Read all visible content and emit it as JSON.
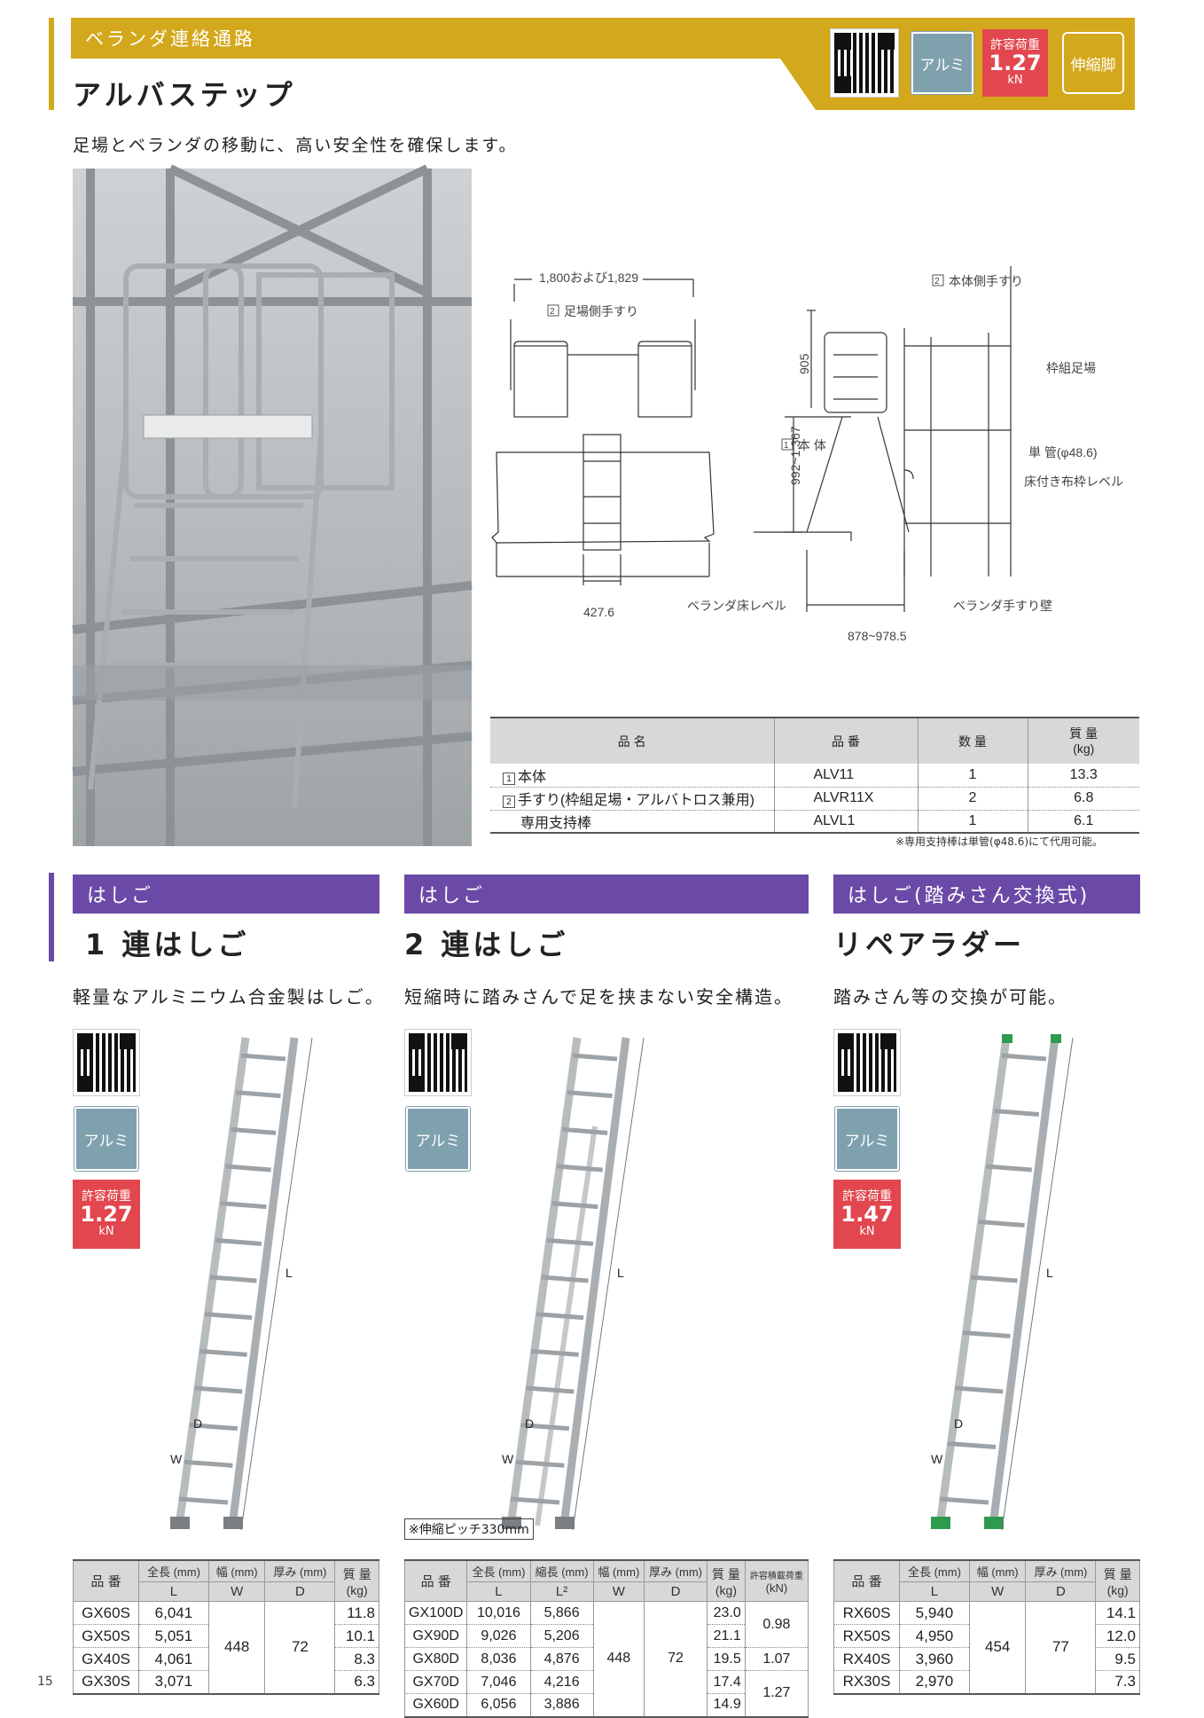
{
  "header": {
    "category": "ベランダ連絡通路",
    "title": "アルバステップ",
    "lead": "足場とベランダの移動に、高い安全性を確保します。",
    "badges": {
      "material": "アルミ",
      "load_label": "許容荷重",
      "load_value": "1.27",
      "load_unit": "kN",
      "feature": "伸縮脚"
    }
  },
  "diagram": {
    "dim_width": "1,800および1,829",
    "label_side_rail": "足場側手すり",
    "label_side_rail_no": "2",
    "label_body_rail": "本体側手すり",
    "label_body_rail_no": "2",
    "dim_905": "905",
    "label_frame": "枠組足場",
    "label_body": "本 体",
    "label_body_no": "1",
    "label_pipe": "単 管(φ48.6)",
    "dim_height": "992~1,367",
    "label_floor_level": "床付き布枠レベル",
    "dim_4276": "427.6",
    "label_veranda_floor": "ベランダ床レベル",
    "label_veranda_wall": "ベランダ手すり壁",
    "dim_range": "878~978.5"
  },
  "parts_table": {
    "headers": [
      "品 名",
      "品 番",
      "数 量",
      "質 量",
      "(kg)"
    ],
    "rows": [
      {
        "no": "1",
        "name": "本体",
        "code": "ALV11",
        "qty": "1",
        "mass": "13.3"
      },
      {
        "no": "2",
        "name": "手すり(枠組足場・アルバトロス兼用)",
        "code": "ALVR11X",
        "qty": "2",
        "mass": "6.8"
      },
      {
        "no": "",
        "name": "専用支持棒",
        "code": "ALVL1",
        "qty": "1",
        "mass": "6.1"
      }
    ],
    "note": "※専用支持棒は単管(φ48.6)にて代用可能。"
  },
  "products": [
    {
      "category": "はしご",
      "title": "1 連はしご",
      "lead": "軽量なアルミニウム合金製はしご。",
      "material": "アルミ",
      "load_label": "許容荷重",
      "load_value": "1.27",
      "load_unit": "kN",
      "labels": {
        "L": "L",
        "D": "D",
        "W": "W"
      },
      "table": {
        "h_code": "品 番",
        "h_len": "全長 (mm)",
        "h_wid": "幅 (mm)",
        "h_dep": "厚み (mm)",
        "h_mass": "質 量",
        "s_len": "L",
        "s_wid": "W",
        "s_dep": "D",
        "s_mass": "(kg)",
        "width": "448",
        "depth": "72",
        "rows": [
          {
            "code": "GX60S",
            "len": "6,041",
            "mass": "11.8"
          },
          {
            "code": "GX50S",
            "len": "5,051",
            "mass": "10.1"
          },
          {
            "code": "GX40S",
            "len": "4,061",
            "mass": "8.3"
          },
          {
            "code": "GX30S",
            "len": "3,071",
            "mass": "6.3"
          }
        ]
      }
    },
    {
      "category": "はしご",
      "title": "2 連はしご",
      "lead": "短縮時に踏みさんで足を挟まない安全構造。",
      "material": "アルミ",
      "labels": {
        "L": "L",
        "D": "D",
        "W": "W"
      },
      "pitch_note": "※伸縮ピッチ330mm",
      "table": {
        "h_code": "品 番",
        "h_len": "全長 (mm)",
        "h_short": "縮長 (mm)",
        "h_wid": "幅 (mm)",
        "h_dep": "厚み (mm)",
        "h_mass": "質 量",
        "h_load": "許容積載荷重",
        "s_len": "L",
        "s_short": "L²",
        "s_wid": "W",
        "s_dep": "D",
        "s_mass": "(kg)",
        "s_load": "(kN)",
        "width": "448",
        "depth": "72",
        "rows": [
          {
            "code": "GX100D",
            "len": "10,016",
            "short": "5,866",
            "mass": "23.0"
          },
          {
            "code": "GX90D",
            "len": "9,026",
            "short": "5,206",
            "mass": "21.1"
          },
          {
            "code": "GX80D",
            "len": "8,036",
            "short": "4,876",
            "mass": "19.5"
          },
          {
            "code": "GX70D",
            "len": "7,046",
            "short": "4,216",
            "mass": "17.4"
          },
          {
            "code": "GX60D",
            "len": "6,056",
            "short": "3,886",
            "mass": "14.9"
          }
        ],
        "loads": [
          "0.98",
          "1.07",
          "1.27"
        ]
      }
    },
    {
      "category": "はしご(踏みさん交換式)",
      "title": "リペアラダー",
      "lead": "踏みさん等の交換が可能。",
      "material": "アルミ",
      "load_label": "許容荷重",
      "load_value": "1.47",
      "load_unit": "kN",
      "labels": {
        "L": "L",
        "D": "D",
        "W": "W"
      },
      "table": {
        "h_code": "品 番",
        "h_len": "全長 (mm)",
        "h_wid": "幅 (mm)",
        "h_dep": "厚み (mm)",
        "h_mass": "質 量",
        "s_len": "L",
        "s_wid": "W",
        "s_dep": "D",
        "s_mass": "(kg)",
        "width": "454",
        "depth": "77",
        "rows": [
          {
            "code": "RX60S",
            "len": "5,940",
            "mass": "14.1"
          },
          {
            "code": "RX50S",
            "len": "4,950",
            "mass": "12.0"
          },
          {
            "code": "RX40S",
            "len": "3,960",
            "mass": "9.5"
          },
          {
            "code": "RX30S",
            "len": "2,970",
            "mass": "7.3"
          }
        ]
      }
    }
  ],
  "page_number": "15"
}
